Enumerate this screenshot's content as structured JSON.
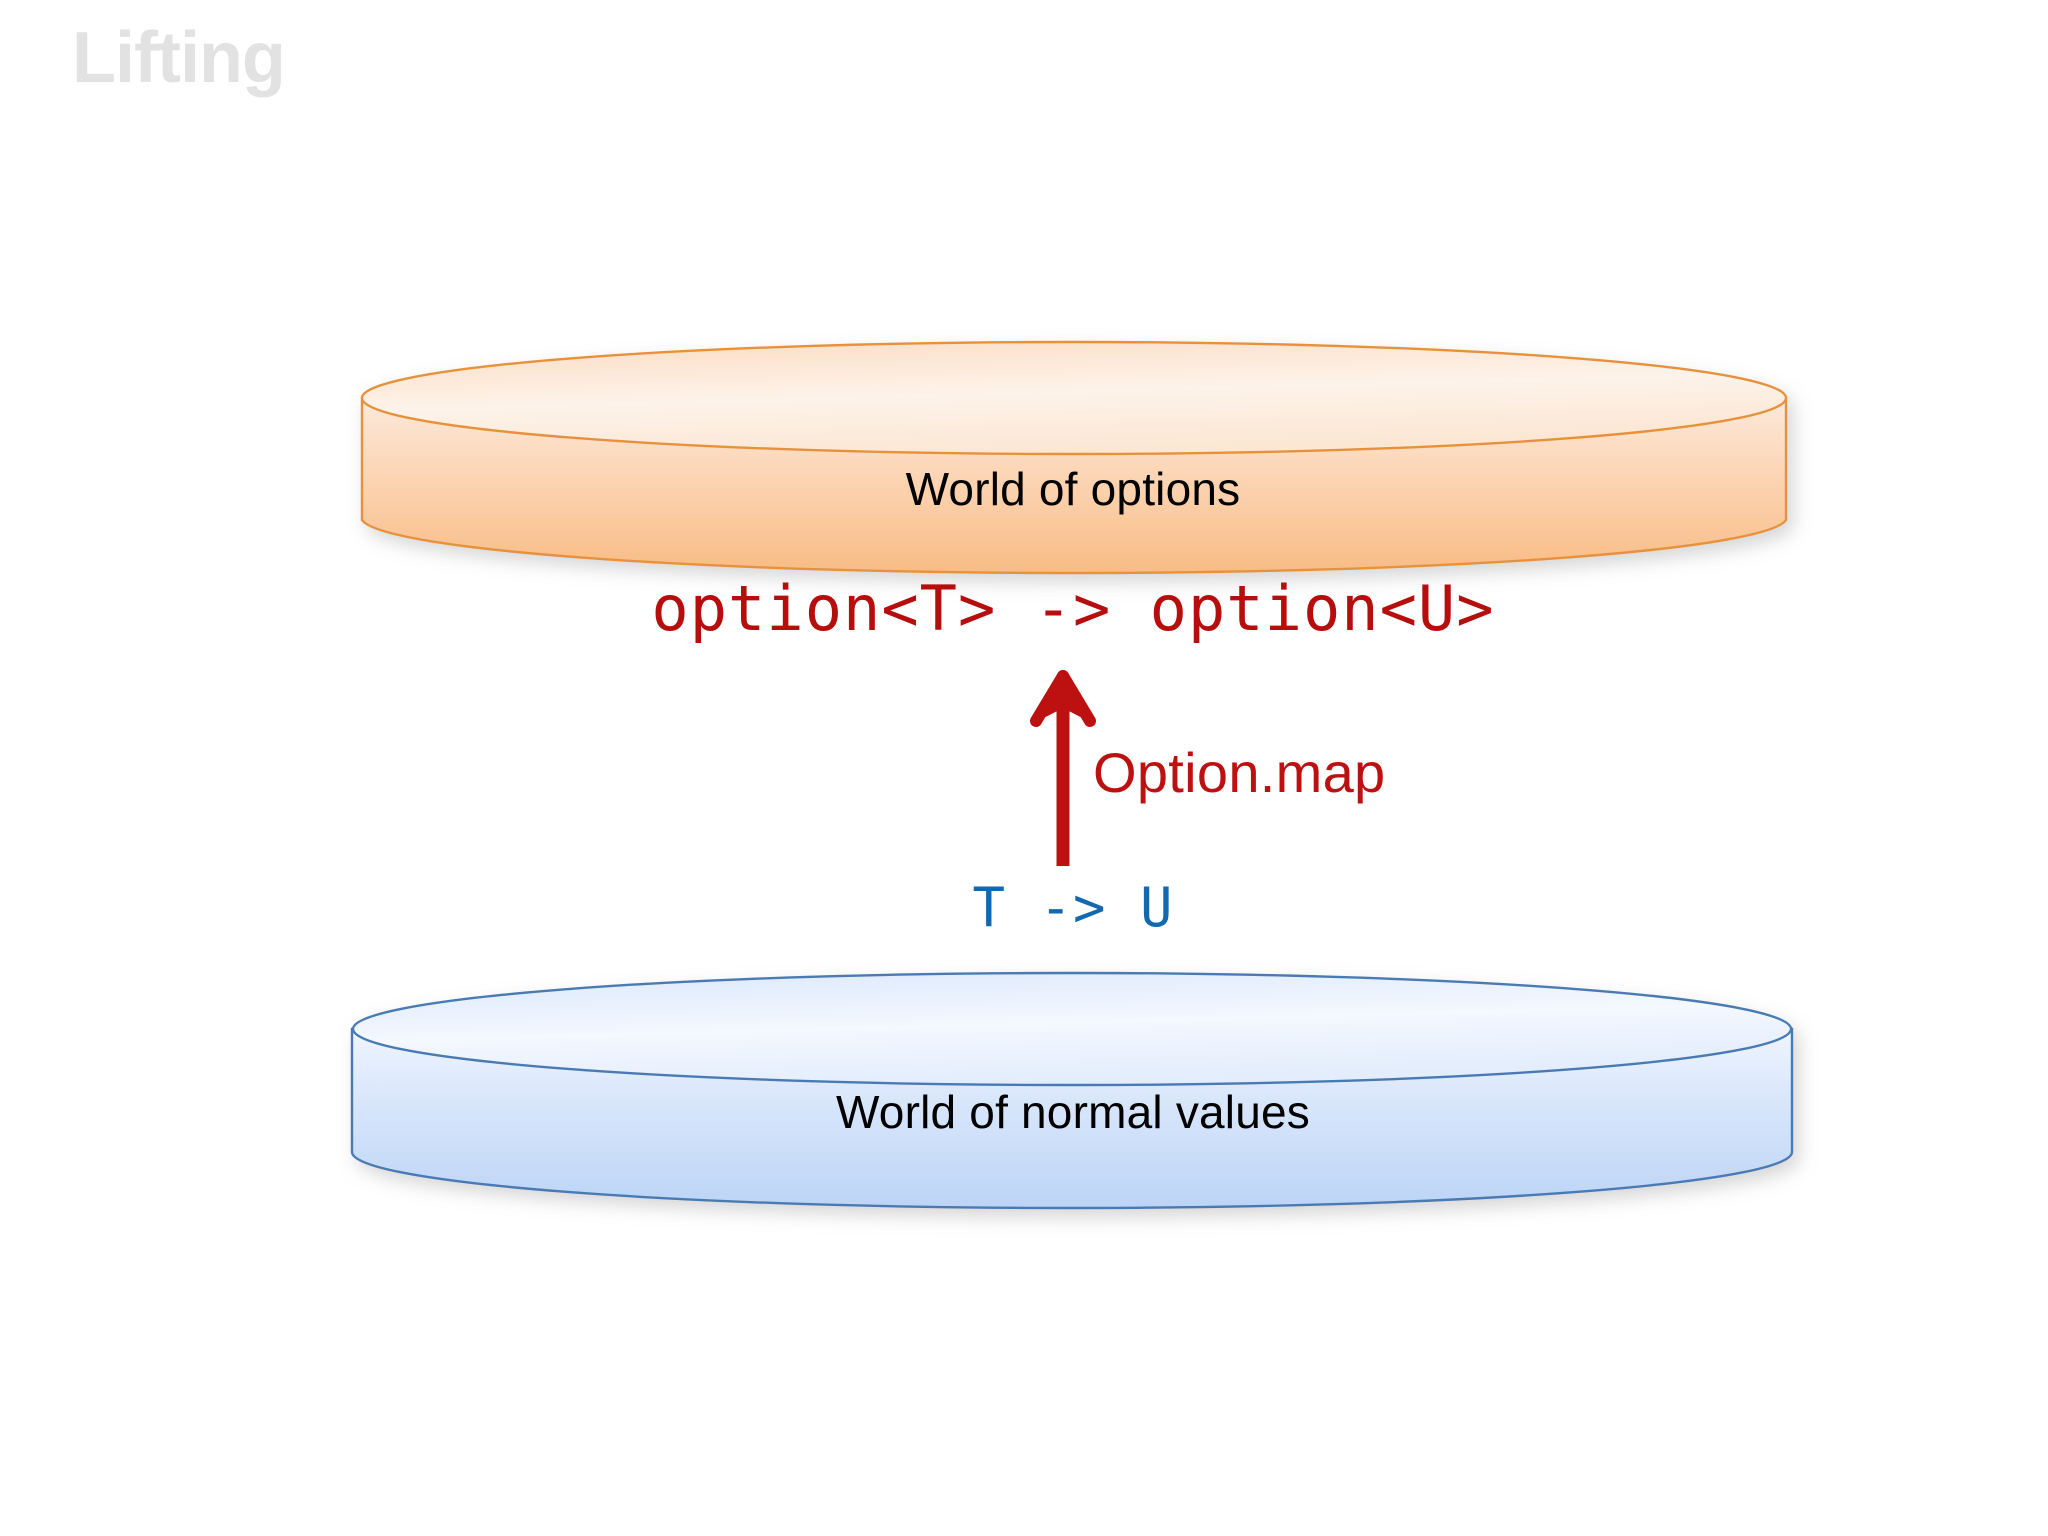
{
  "slide": {
    "title": "Lifting",
    "title_color": "#e2e2e2",
    "background_color": "#ffffff"
  },
  "diagram": {
    "type": "lifting-diagram",
    "upper_world": {
      "name": "world-of-options",
      "label": "World of options",
      "shape": "cylinder",
      "accent_color": "#e8913a",
      "fill_top": "#fdf0e4",
      "fill_bottom": "#f9bd86",
      "label_color": "#000000"
    },
    "lower_world": {
      "name": "world-of-normal-values",
      "label": "World of normal values",
      "shape": "cylinder",
      "accent_color": "#4a7ab4",
      "fill_top": "#eef4fd",
      "fill_bottom": "#bcd4f6",
      "label_color": "#000000"
    },
    "lifted_signature": {
      "text": "option<T> -> option<U>",
      "color": "#b60d0d"
    },
    "base_signature": {
      "text": "T -> U",
      "color": "#1269b0"
    },
    "lift_arrow": {
      "name": "lift-arrow",
      "direction": "up",
      "color": "#bd1111",
      "label": "Option.map",
      "label_color": "#bd1111"
    }
  }
}
